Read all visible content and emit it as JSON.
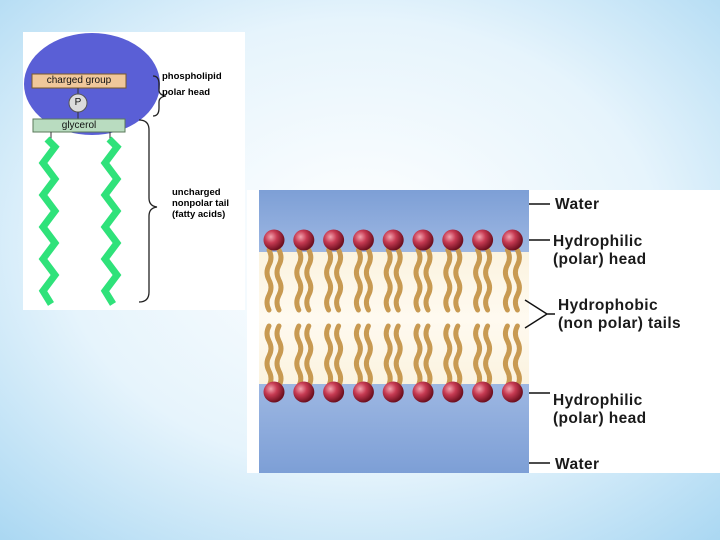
{
  "phospholipid": {
    "head_box": "charged group",
    "phosphate": "P",
    "glycerol": "glycerol",
    "label_head_line1": "phospholipid",
    "label_head_line2": "polar head",
    "label_tail_line1": "uncharged",
    "label_tail_line2": "nonpolar tail",
    "label_tail_line3": "(fatty acids)"
  },
  "membrane": {
    "water_top": "Water",
    "hydrophilic_top_line1": "Hydrophilic",
    "hydrophilic_top_line2": "(polar) head",
    "hydrophobic_line1": "Hydrophobic",
    "hydrophobic_line2": "(non polar) tails",
    "hydrophilic_bottom_line1": "Hydrophilic",
    "hydrophilic_bottom_line2": "(polar) head",
    "water_bottom": "Water",
    "head_count": 9
  },
  "colors": {
    "head_circle": "#5a5fd6",
    "tail_green": "#2fe27a",
    "glycerol_box": "#b9dcc0",
    "charged_box": "#f0c79a",
    "lipid_head_red": "#b3283e",
    "lipid_tail_tan": "#c89a52",
    "water_blue": "#7d9fd6"
  }
}
